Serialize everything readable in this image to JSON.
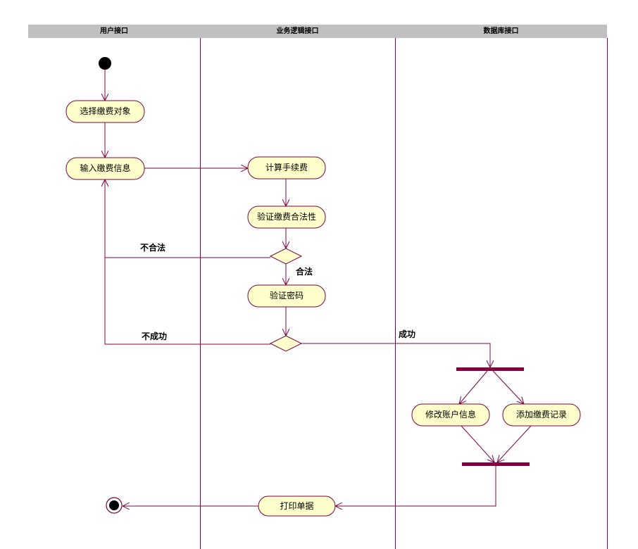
{
  "lanes": [
    "用户接口",
    "业务逻辑接口",
    "数据库接口"
  ],
  "actions": {
    "select_target": "选择缴费对象",
    "input_info": "输入缴费信息",
    "calc_fee": "计算手续费",
    "verify_legal": "验证缴费合法性",
    "verify_password": "验证密码",
    "modify_account": "修改账户信息",
    "add_record": "添加缴费记录",
    "print_receipt": "打印单据"
  },
  "guards": {
    "illegal": "不合法",
    "legal": "合法",
    "fail": "不成功",
    "success": "成功"
  },
  "colors": {
    "line": "#800040",
    "node_fill": "#ffffcc",
    "bar": "#800040",
    "header": "#c0c0c0"
  }
}
